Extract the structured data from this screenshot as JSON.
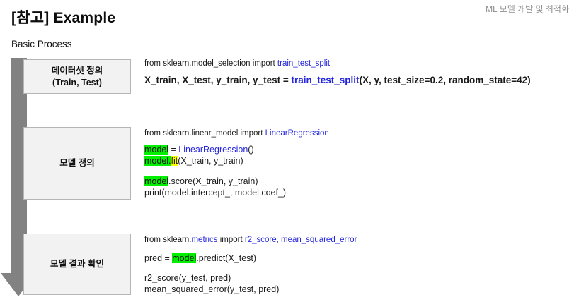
{
  "header": {
    "title": "[참고] Example",
    "corner_label": "ML 모델 개발 및 최적화",
    "subtitle": "Basic Process"
  },
  "colors": {
    "accent_blue": "#2426dd",
    "highlight_green": "#00f000",
    "highlight_yellow": "#ffff00",
    "arrow_gray": "#828282",
    "box_fill": "#f2f2f2"
  },
  "flow": {
    "steps": [
      {
        "label": "데이터셋 정의\n(Train, Test)"
      },
      {
        "label": "모델 정의"
      },
      {
        "label": "모델 결과 확인"
      }
    ]
  },
  "code_sections": [
    {
      "id": "dataset",
      "lines": [
        {
          "cls": "s",
          "mt": 0,
          "segments": [
            {
              "t": "from sklearn.model_selection import ",
              "s": "k"
            },
            {
              "t": "train_test_split",
              "s": "b"
            }
          ]
        },
        {
          "cls": "mb",
          "mt": 7,
          "segments": [
            {
              "t": "X_train, X_test, y_train, y_test = ",
              "s": "k"
            },
            {
              "t": "train_test_split",
              "s": "b"
            },
            {
              "t": "(X, y, test_size=0.2, random_state=42)",
              "s": "k"
            }
          ]
        }
      ]
    },
    {
      "id": "model",
      "lines": [
        {
          "cls": "s",
          "mt": 0,
          "segments": [
            {
              "t": "from sklearn.linear_model import ",
              "s": "k"
            },
            {
              "t": "LinearRegression",
              "s": "b"
            }
          ]
        },
        {
          "cls": "m",
          "mt": 7,
          "segments": [
            {
              "t": "model",
              "s": "g"
            },
            {
              "t": " = ",
              "s": "k"
            },
            {
              "t": "LinearRegression",
              "s": "b"
            },
            {
              "t": "()",
              "s": "k"
            }
          ]
        },
        {
          "cls": "m",
          "mt": 0,
          "segments": [
            {
              "t": "model.",
              "s": "g"
            },
            {
              "t": "fit",
              "s": "y"
            },
            {
              "t": "(X_train, y_train)",
              "s": "k"
            }
          ]
        },
        {
          "cls": "m",
          "mt": 13,
          "segments": [
            {
              "t": "model",
              "s": "g"
            },
            {
              "t": ".score(X_train, y_train)",
              "s": "k"
            }
          ]
        },
        {
          "cls": "m",
          "mt": 0,
          "segments": [
            {
              "t": "print(model.intercept_, model.coef_)",
              "s": "k"
            }
          ]
        }
      ]
    },
    {
      "id": "evaluate",
      "lines": [
        {
          "cls": "s",
          "mt": 0,
          "segments": [
            {
              "t": "from sklearn.",
              "s": "k"
            },
            {
              "t": "metrics",
              "s": "b"
            },
            {
              "t": " import ",
              "s": "k"
            },
            {
              "t": "r2_score, mean_squared_error",
              "s": "b"
            }
          ]
        },
        {
          "cls": "m",
          "mt": 10,
          "segments": [
            {
              "t": "pred = ",
              "s": "k"
            },
            {
              "t": "model",
              "s": "g"
            },
            {
              "t": ".predict(X_test)",
              "s": "k"
            }
          ]
        },
        {
          "cls": "m",
          "mt": 12,
          "segments": [
            {
              "t": "r2_score(y_test, pred)",
              "s": "k"
            }
          ]
        },
        {
          "cls": "m",
          "mt": 0,
          "segments": [
            {
              "t": "mean_squared_error(y_test, pred)",
              "s": "k"
            }
          ]
        }
      ]
    }
  ]
}
